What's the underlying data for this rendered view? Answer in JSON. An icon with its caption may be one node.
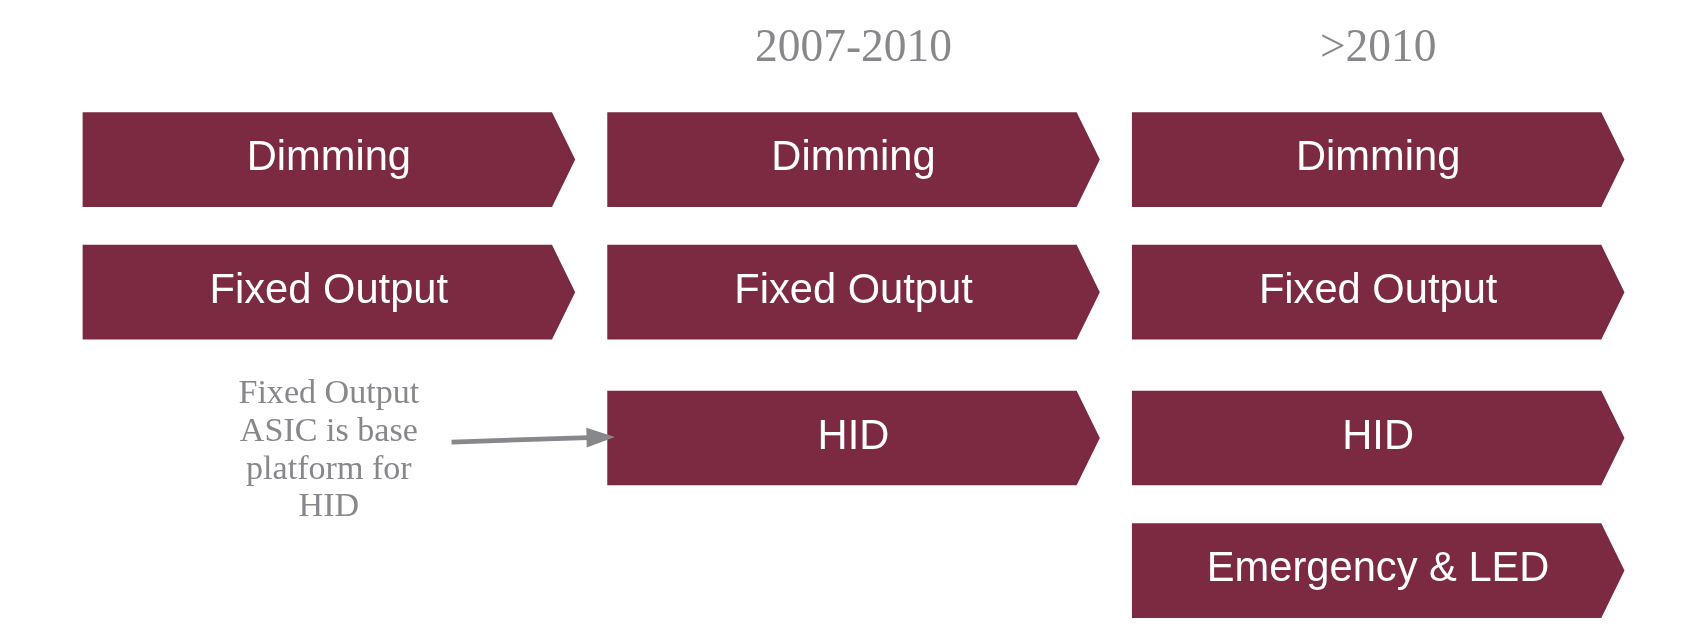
{
  "diagram": {
    "nodes": [
      {
        "text": [
          "Dimming"
        ]
      },
      {
        "text": [
          "Fixed Output"
        ]
      },
      {
        "text": [
          "Dimming"
        ]
      },
      {
        "text": [
          "Fixed Output"
        ]
      },
      {
        "text": [
          "HID"
        ]
      },
      {
        "text": [
          "Dimming"
        ]
      },
      {
        "text": [
          "Fixed Output"
        ]
      },
      {
        "text": [
          "HID"
        ]
      },
      {
        "text": [
          "Emergency & LED"
        ]
      },
      {
        "text": [
          "Fixed Output ASIC is base platform for HID"
        ]
      }
    ],
    "edges": [
      {
        "from": 9,
        "to": 4,
        "arrow": "to",
        "color": "#87878c"
      }
    ],
    "labels": [
      "2007-2010",
      ">2010"
    ]
  }
}
